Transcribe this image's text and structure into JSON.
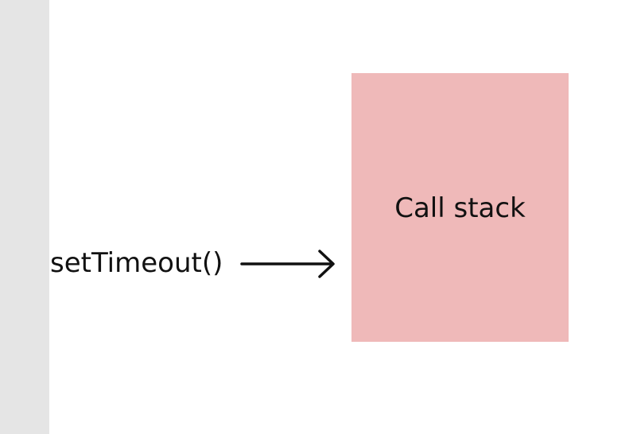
{
  "diagram": {
    "box": {
      "label": "Call stack",
      "color": "#efb9b9"
    },
    "caller": {
      "label": "setTimeout()"
    },
    "arrow": {
      "direction": "right",
      "icon": "arrow-right-icon",
      "color": "#111111"
    },
    "sidebar": {
      "color": "#e5e5e5"
    }
  }
}
